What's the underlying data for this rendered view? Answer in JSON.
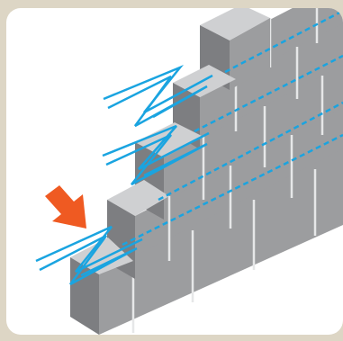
{
  "figure": {
    "subject": "masonry-wall-with-ladder-joint-reinforcement",
    "icons": [
      "block-wall",
      "ladder-reinforcement",
      "pointer-arrow"
    ],
    "colors": {
      "frame": "#ddd6c5",
      "panel": "#ffffff",
      "block_front": "#9c9d9f",
      "block_top": "#cfd0d2",
      "block_side": "#7d7e81",
      "mortar": "#e6e7e8",
      "reinforcement": "#1aa4e0",
      "arrow": "#ef5a22"
    },
    "course_count": 5
  }
}
